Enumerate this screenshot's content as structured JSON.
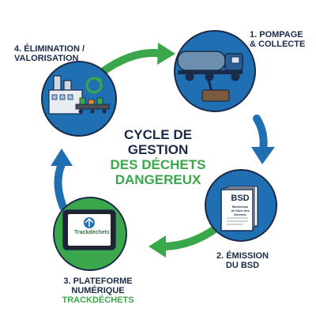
{
  "title": {
    "line1": "CYCLE DE",
    "line2": "GESTION",
    "line3": "DES DÉCHETS",
    "line4": "DANGEREUX"
  },
  "steps": [
    {
      "line1": "1. POMPAGE",
      "line2": "& COLLECTE"
    },
    {
      "line1": "2. ÉMISSION",
      "line2": "DU BSD"
    },
    {
      "line1": "3. PLATEFORME",
      "line2": "NUMÉRIQUE",
      "line3": "TRACKDÉCHETS"
    },
    {
      "line1": "4. ÉLIMINATION /",
      "line2": "VALORISATION"
    }
  ],
  "document": {
    "title": "BSD",
    "subtitle_line1": "Bordereau",
    "subtitle_line2": "de Suivi des",
    "subtitle_line3": "Déchets"
  },
  "platform": {
    "app_name": "Trackdéchets"
  },
  "colors": {
    "navy": "#1a2b4a",
    "blue": "#1f6fb2",
    "green": "#3aa84a"
  }
}
